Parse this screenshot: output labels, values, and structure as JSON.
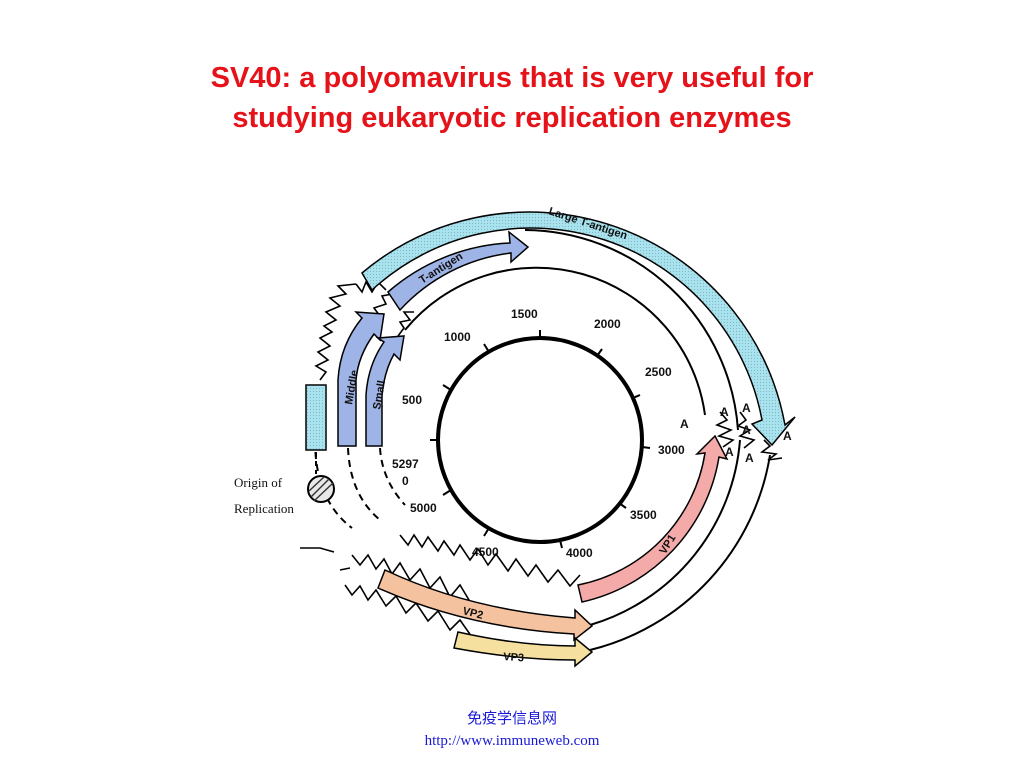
{
  "title": {
    "line1": "SV40: a polyomavirus that is very useful for",
    "line2": "studying eukaryotic  replication enzymes"
  },
  "diagram": {
    "positions": [
      "0",
      "500",
      "1000",
      "1500",
      "2000",
      "2500",
      "3000",
      "3500",
      "4000",
      "4500",
      "5000",
      "5297"
    ],
    "origin_label_line1": "Origin of",
    "origin_label_line2": "Replication",
    "genes": {
      "large_t": "Large T-antigen",
      "small_t": "T-antigen",
      "middle": "Middle",
      "small": "Small",
      "vp1": "VP1",
      "vp2": "VP2",
      "vp3": "VP3"
    },
    "polya": "A",
    "colors": {
      "large_t": "#a8e4f0",
      "t_antigen": "#9fb4e6",
      "vp1": "#f5aaaa",
      "vp2": "#f5c2a0",
      "vp3": "#f5e0a0"
    }
  },
  "footer": {
    "line1": "免疫学信息网",
    "line2": "http://www.immuneweb.com"
  }
}
